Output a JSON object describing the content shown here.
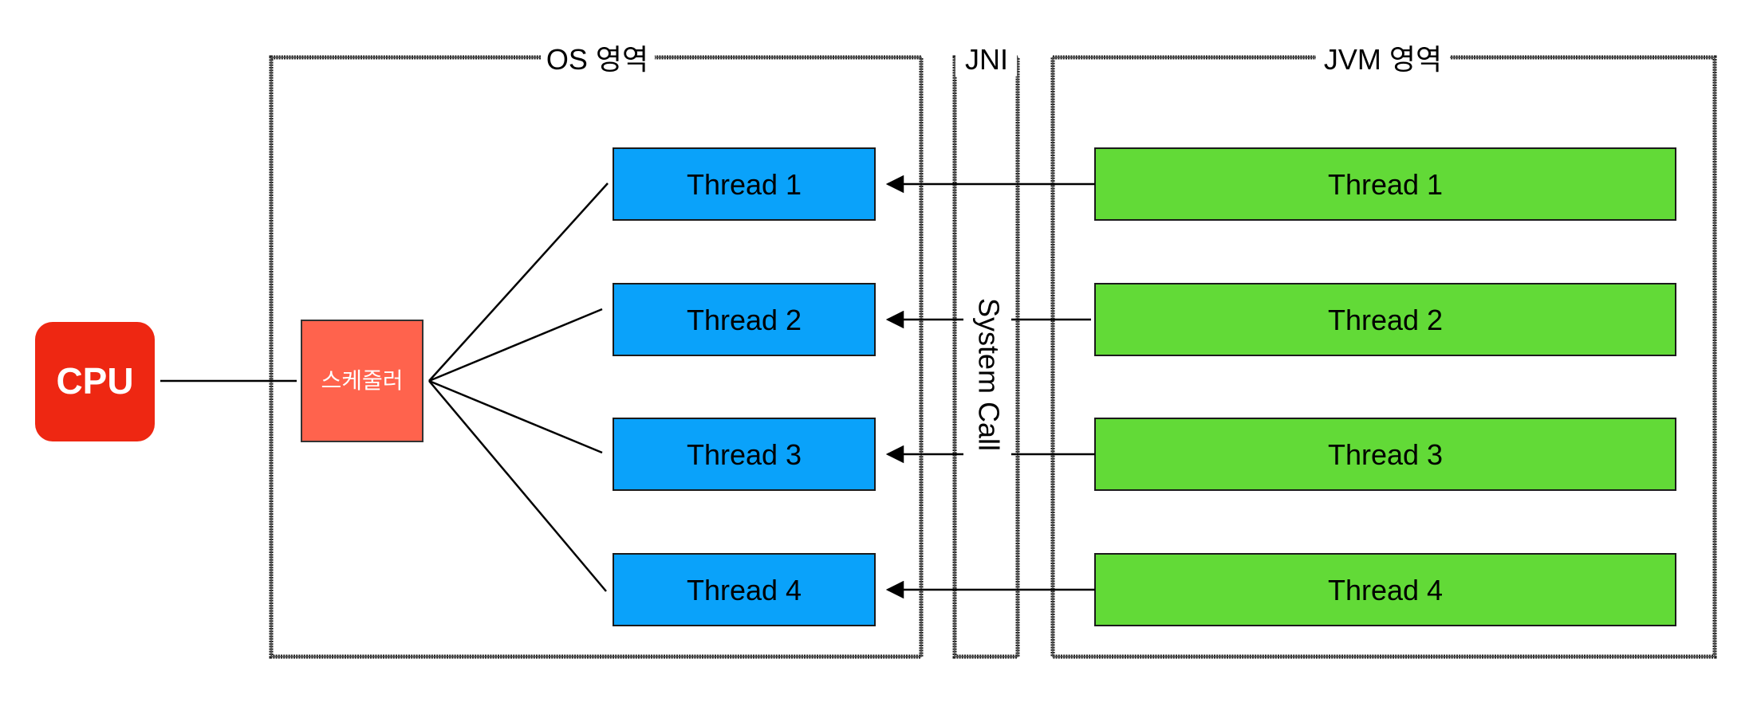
{
  "cpu": {
    "label": "CPU",
    "color": "#ee2712"
  },
  "scheduler": {
    "label": "스케줄러",
    "color": "#ff634d"
  },
  "regions": {
    "os": {
      "label": "OS 영역"
    },
    "jni": {
      "label": "JNI",
      "call_label": "System Call"
    },
    "jvm": {
      "label": "JVM 영역"
    }
  },
  "os_threads": [
    {
      "label": "Thread 1"
    },
    {
      "label": "Thread 2"
    },
    {
      "label": "Thread 3"
    },
    {
      "label": "Thread 4"
    }
  ],
  "jvm_threads": [
    {
      "label": "Thread 1"
    },
    {
      "label": "Thread 2"
    },
    {
      "label": "Thread 3"
    },
    {
      "label": "Thread 4"
    }
  ],
  "colors": {
    "os_thread": "#0aa2fa",
    "jvm_thread": "#62da37",
    "line": "#000000",
    "border": "#222222"
  }
}
